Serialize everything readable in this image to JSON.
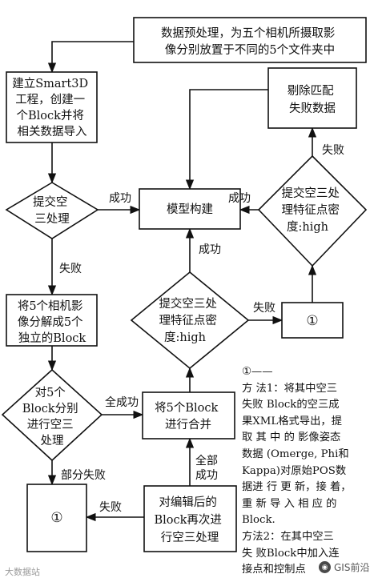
{
  "nodes": {
    "preprocess": {
      "lines": [
        "数据预处理，为五个相机所摄取影",
        "像分别放置于不同的5个文件夹中"
      ]
    },
    "create_project": {
      "lines": [
        "建立Smart3D",
        "工程，创建一",
        "个Block并将",
        "相关数据导入"
      ]
    },
    "submit_aerial": {
      "lines": [
        "提交空",
        "三处理"
      ]
    },
    "model_build": {
      "lines": [
        "模型构建"
      ]
    },
    "reject_failed": {
      "lines": [
        "剔除匹配",
        "失败数据"
      ]
    },
    "submit_dense_right": {
      "lines": [
        "提交空三处",
        "理特征点密",
        "度:high"
      ]
    },
    "split_blocks": {
      "lines": [
        "将5个相机影",
        "像分解成5个",
        "独立的Block"
      ]
    },
    "submit_dense_mid": {
      "lines": [
        "提交空三处",
        "理特征点密",
        "度:high"
      ]
    },
    "ref_right": {
      "lines": [
        "①"
      ]
    },
    "submit_each": {
      "lines": [
        "对5个",
        "Block分别",
        "进行空三",
        "处理"
      ]
    },
    "merge": {
      "lines": [
        "将5个Block",
        "进行合并"
      ]
    },
    "ref_bottom": {
      "lines": [
        "①"
      ]
    },
    "reprocess": {
      "lines": [
        "对编辑后的",
        "Block再次进",
        "行空三处理"
      ]
    }
  },
  "edge_labels": {
    "success_1": "成功",
    "success_2": "成功",
    "fail_1": "失败",
    "fail_2": "失败",
    "success_3": "成功",
    "fail_3": "失败",
    "all_success_1": "全成功",
    "partial_fail": "部分失败",
    "all_success_2": [
      "全部",
      "成功"
    ],
    "fail_4": "失败"
  },
  "note": {
    "lines": [
      "①——",
      "方 法1：将其中空三",
      "失败 Block的空三成",
      "果XML格式导出，提",
      "取 其 中 的 影像姿态",
      "数据 (Omerge, Phi和",
      "Kappa)对原始POS数",
      "据进 行 更 新，接 着，",
      "重 新 导 入 相 应 的",
      "Block.",
      "方法2：在其中空三",
      "失 败Block中加入连",
      "接点和控制点"
    ]
  },
  "watermarks": {
    "left": "大数据站",
    "right": "GIS前沿"
  }
}
